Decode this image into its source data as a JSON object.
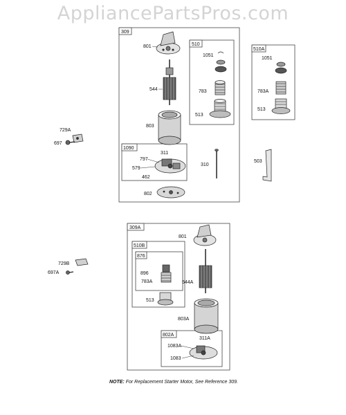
{
  "watermark": "AppliancePartsPros.com",
  "note": {
    "prefix": "NOTE:",
    "text": "For Replacement Starter Motor, See Reference 309."
  },
  "groups": {
    "g309": "309",
    "g510": "510",
    "g510a": "510A",
    "g1090": "1090",
    "g309a": "309A",
    "g510b": "510B",
    "g876": "876",
    "g802a": "802A"
  },
  "parts": {
    "p801": "801",
    "p544": "544",
    "p803": "803",
    "p1051": "1051",
    "p783": "783",
    "p513": "513",
    "p1051b": "1051",
    "p783a": "783A",
    "p513b": "513",
    "p729a": "729A",
    "p697": "697",
    "p311": "311",
    "p797": "797",
    "p579": "579",
    "p462": "462",
    "p310": "310",
    "p503": "503",
    "p802": "802",
    "p801b": "801",
    "p896": "896",
    "p783a2": "783A",
    "p544a": "544A",
    "p513c": "513",
    "p803a": "803A",
    "p729b": "729B",
    "p697a": "697A",
    "p311a": "311A",
    "p1083a": "1083A",
    "p1083": "1083"
  }
}
